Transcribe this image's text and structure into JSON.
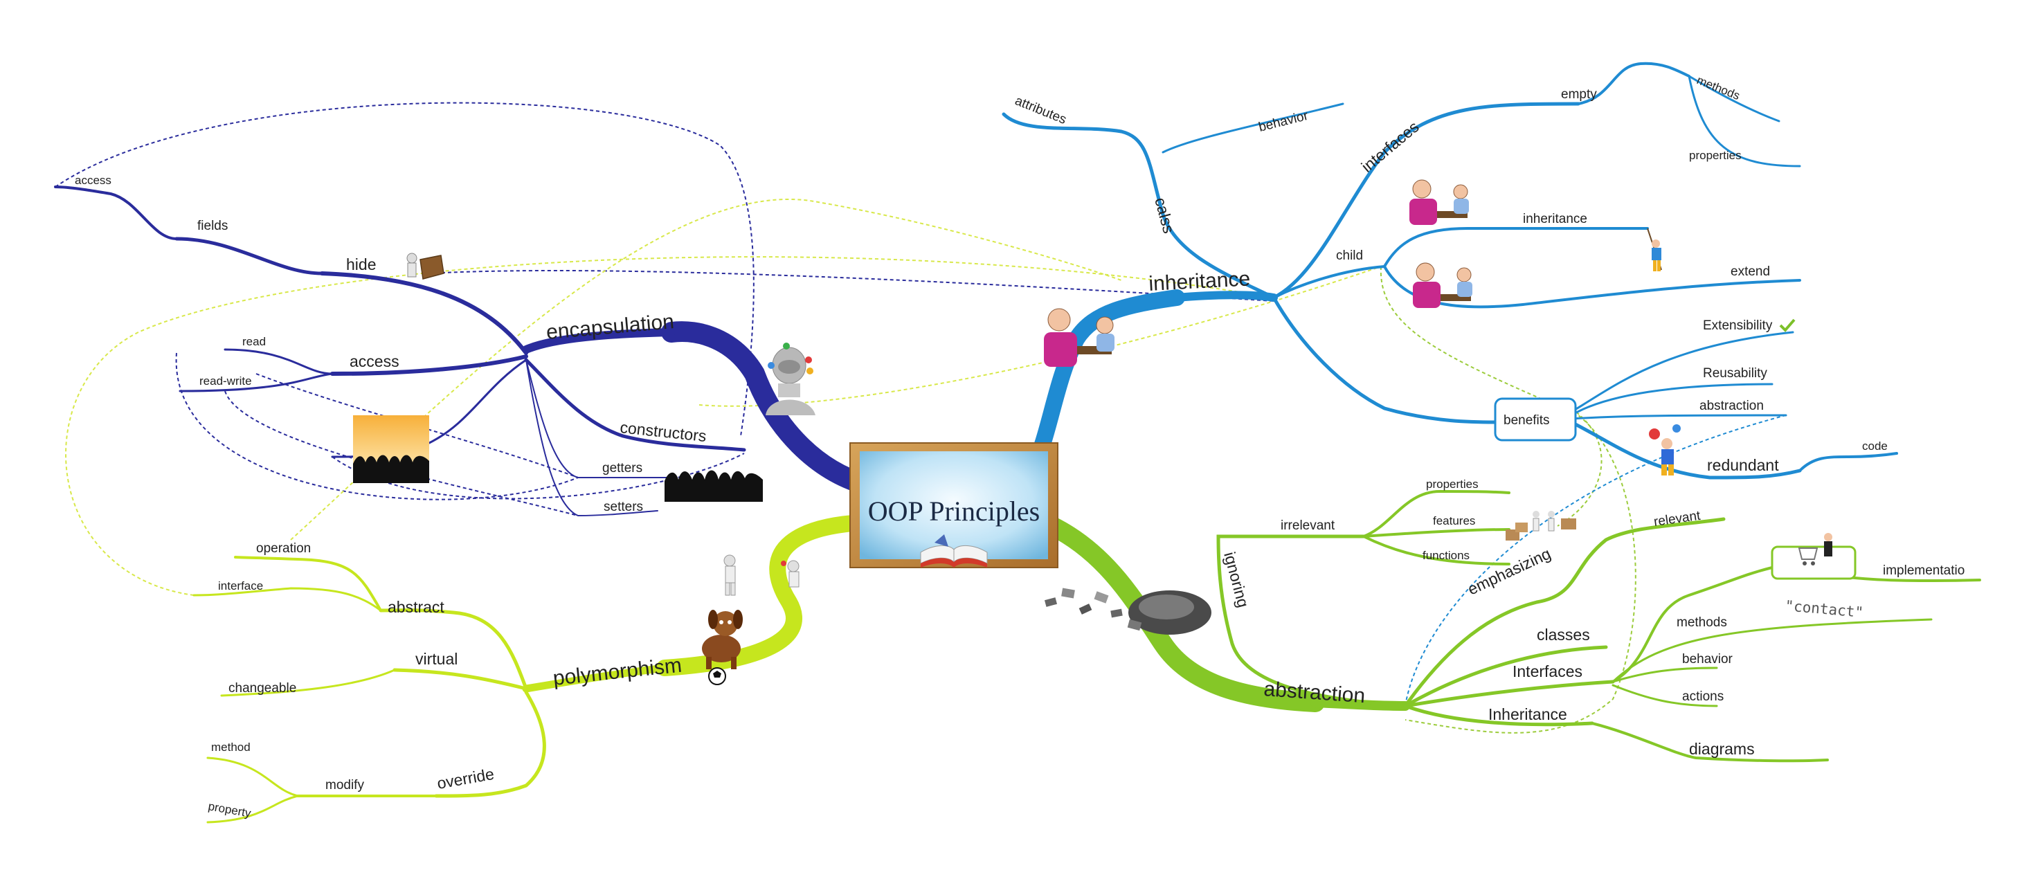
{
  "center": {
    "title": "OOP Principles"
  },
  "encapsulation": {
    "label": "encapsulation",
    "hide": "hide",
    "fields": "fields",
    "access_field": "access",
    "access": "access",
    "read": "read",
    "read_write": "read-write",
    "interface": "interface",
    "constructors": "constructors",
    "getters": "getters",
    "setters": "setters"
  },
  "inheritance": {
    "label": "inheritance",
    "calss": "calss",
    "attributes": "attributes",
    "behavior": "behavior",
    "interfaces": "interfaces",
    "empty": "empty",
    "methods": "methods",
    "properties": "properties",
    "child": "child",
    "inheritance_sub": "inheritance",
    "extend": "extend",
    "benefits": "benefits",
    "extensibility": "Extensibility",
    "reusability": "Reusability",
    "abstraction": "abstraction",
    "redundant": "redundant",
    "code": "code"
  },
  "abstraction": {
    "label": "abstraction",
    "ignoring": "ignoring",
    "irrelevant": "irrelevant",
    "properties": "properties",
    "features": "features",
    "functions": "functions",
    "emphasizing": "emphasizing",
    "relevant": "relevant",
    "classes": "classes",
    "interfaces": "Interfaces",
    "methods": "methods",
    "contact": "\"contact\"",
    "implementation": "implementatio",
    "behavior": "behavior",
    "actions": "actions",
    "inheritance_sub": "Inheritance",
    "diagrams": "diagrams"
  },
  "polymorphism": {
    "label": "polymorphism",
    "abstract": "abstract",
    "operation": "operation",
    "interface": "interface",
    "virtual": "virtual",
    "changeable": "changeable",
    "override": "override",
    "modify": "modify",
    "method": "method",
    "property": "property"
  },
  "colors": {
    "encapsulation": "#2a2c9c",
    "inheritance": "#1f8bd2",
    "abstraction": "#85c727",
    "polymorphism": "#c6e61e"
  },
  "icons": {
    "hide": "worker-pushing-box-icon",
    "encapsulation": "robot-head-icon",
    "interface": "crowd-silhouette-icon",
    "getters": "crowd-silhouette-icon",
    "inheritance": "grandfather-and-child-icon",
    "extend": "window-cleaner-icon",
    "extensibility": "checkmark-icon",
    "redundant": "juggler-icon",
    "abstraction": "scattered-papers-icon",
    "features": "figures-with-boxes-icon",
    "methods": "shopping-cart-icon",
    "polymorphism": "dog-with-ball-icon",
    "abstract": "figures-tug-icon",
    "center": "open-book-icon"
  }
}
